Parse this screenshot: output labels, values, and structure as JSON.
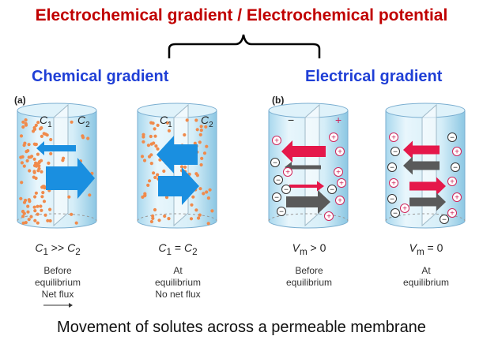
{
  "title": "Electrochemical gradient / Electrochemical potential",
  "subheads": {
    "left": "Chemical gradient",
    "right": "Electrical gradient"
  },
  "panels": {
    "a": "(a)",
    "b": "(b)"
  },
  "cylinders": [
    {
      "label_left": "C1",
      "label_right": "C2",
      "equation": "C1 >> C2",
      "caption": [
        "Before",
        "equilibrium",
        "Net flux"
      ]
    },
    {
      "label_left": "C1",
      "label_right": "C2",
      "equation": "C1 = C2",
      "caption": [
        "At",
        "equilibrium",
        "No net flux"
      ]
    },
    {
      "label_left": "−",
      "label_right": "+",
      "equation": "Vm > 0",
      "caption": [
        "Before",
        "equilibrium"
      ]
    },
    {
      "label_left": "",
      "label_right": "",
      "equation": "Vm = 0",
      "caption": [
        "At",
        "equilibrium"
      ]
    }
  ],
  "footer": "Movement of solutes across a permeable membrane",
  "colors": {
    "title": "#c00000",
    "subhead": "#1f3fd6",
    "arrow_blue": "#1a8fe0",
    "arrow_red": "#e5184a",
    "arrow_gray": "#5a5a5a",
    "dot": "#f08a4b"
  }
}
